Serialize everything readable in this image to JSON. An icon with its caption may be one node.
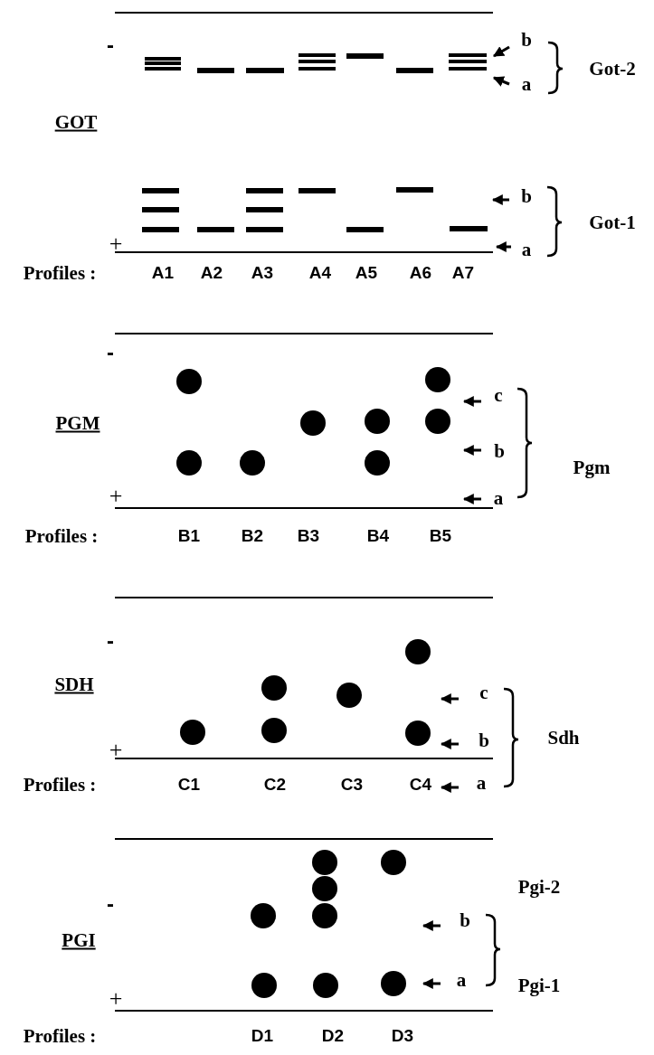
{
  "diagram": {
    "labels": [
      "-",
      "b",
      "Got-2",
      "a",
      "GOT",
      "b",
      "Got-1",
      "+",
      "a",
      "Profiles :",
      "A1",
      "A2",
      "A3",
      "A4",
      "A5",
      "A6",
      "A7",
      "-",
      "PGM",
      "c",
      "b",
      "Pgm",
      "+",
      "a",
      "Profiles :",
      "B1",
      "B2",
      "B3",
      "B4",
      "B5",
      "-",
      "SDH",
      "c",
      "b",
      "Sdh",
      "+",
      "Profiles :",
      "C1",
      "C2",
      "C3",
      "C4",
      "a",
      "Pgi-2",
      "-",
      "b",
      "PGI",
      "a",
      "Pgi-1",
      "+",
      "Profiles :",
      "D1",
      "D2",
      "D3"
    ]
  }
}
